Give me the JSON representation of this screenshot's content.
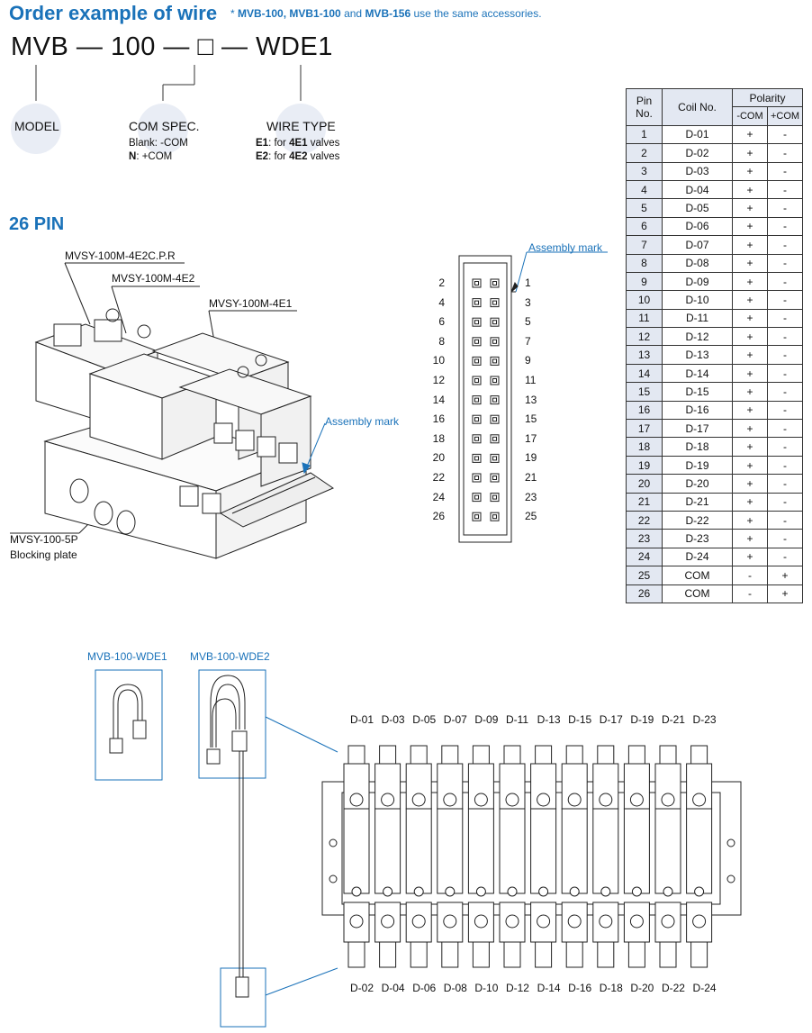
{
  "header": {
    "title": "Order example of wire",
    "note_prefix": "* ",
    "note_bold": "MVB-100, MVB1-100",
    "note_mid": " and ",
    "note_bold2": "MVB-156",
    "note_suffix": " use the same accessories."
  },
  "model_code": "MVB — 100 — □ — WDE1",
  "legend": {
    "model": "MODEL",
    "com_spec": "COM SPEC.",
    "com_blank": "Blank: -COM",
    "com_n_key": "N",
    "com_n_val": ": +COM",
    "wire_type": "WIRE TYPE",
    "e1_key": "E1",
    "e1_text": ": for ",
    "e1_valve": "4E1",
    "e1_suffix": " valves",
    "e2_key": "E2",
    "e2_text": ": for ",
    "e2_valve": "4E2",
    "e2_suffix": " valves"
  },
  "section_title": "26 PIN",
  "callouts": {
    "c1": "MVSY-100M-4E2C.P.R",
    "c2": "MVSY-100M-4E2",
    "c3": "MVSY-100M-4E1",
    "c4": "MVSY-100-5P",
    "c5": "Blocking plate",
    "assembly_mark_1": "Assembly mark",
    "assembly_mark_2": "Assembly mark"
  },
  "connector": {
    "left_pins": [
      "2",
      "4",
      "6",
      "8",
      "10",
      "12",
      "14",
      "16",
      "18",
      "20",
      "22",
      "24",
      "26"
    ],
    "right_pins": [
      "1",
      "3",
      "5",
      "7",
      "9",
      "11",
      "13",
      "15",
      "17",
      "19",
      "21",
      "23",
      "25"
    ]
  },
  "pin_table": {
    "head_pin": "Pin",
    "head_no": "No.",
    "head_coil": "Coil No.",
    "head_polarity": "Polarity",
    "head_neg": "-COM",
    "head_pos": "+COM",
    "rows": [
      {
        "pin": "1",
        "coil": "D-01",
        "neg": "+",
        "pos": "-"
      },
      {
        "pin": "2",
        "coil": "D-02",
        "neg": "+",
        "pos": "-"
      },
      {
        "pin": "3",
        "coil": "D-03",
        "neg": "+",
        "pos": "-"
      },
      {
        "pin": "4",
        "coil": "D-04",
        "neg": "+",
        "pos": "-"
      },
      {
        "pin": "5",
        "coil": "D-05",
        "neg": "+",
        "pos": "-"
      },
      {
        "pin": "6",
        "coil": "D-06",
        "neg": "+",
        "pos": "-"
      },
      {
        "pin": "7",
        "coil": "D-07",
        "neg": "+",
        "pos": "-"
      },
      {
        "pin": "8",
        "coil": "D-08",
        "neg": "+",
        "pos": "-"
      },
      {
        "pin": "9",
        "coil": "D-09",
        "neg": "+",
        "pos": "-"
      },
      {
        "pin": "10",
        "coil": "D-10",
        "neg": "+",
        "pos": "-"
      },
      {
        "pin": "11",
        "coil": "D-11",
        "neg": "+",
        "pos": "-"
      },
      {
        "pin": "12",
        "coil": "D-12",
        "neg": "+",
        "pos": "-"
      },
      {
        "pin": "13",
        "coil": "D-13",
        "neg": "+",
        "pos": "-"
      },
      {
        "pin": "14",
        "coil": "D-14",
        "neg": "+",
        "pos": "-"
      },
      {
        "pin": "15",
        "coil": "D-15",
        "neg": "+",
        "pos": "-"
      },
      {
        "pin": "16",
        "coil": "D-16",
        "neg": "+",
        "pos": "-"
      },
      {
        "pin": "17",
        "coil": "D-17",
        "neg": "+",
        "pos": "-"
      },
      {
        "pin": "18",
        "coil": "D-18",
        "neg": "+",
        "pos": "-"
      },
      {
        "pin": "19",
        "coil": "D-19",
        "neg": "+",
        "pos": "-"
      },
      {
        "pin": "20",
        "coil": "D-20",
        "neg": "+",
        "pos": "-"
      },
      {
        "pin": "21",
        "coil": "D-21",
        "neg": "+",
        "pos": "-"
      },
      {
        "pin": "22",
        "coil": "D-22",
        "neg": "+",
        "pos": "-"
      },
      {
        "pin": "23",
        "coil": "D-23",
        "neg": "+",
        "pos": "-"
      },
      {
        "pin": "24",
        "coil": "D-24",
        "neg": "+",
        "pos": "-"
      },
      {
        "pin": "25",
        "coil": "COM",
        "neg": "-",
        "pos": "+"
      },
      {
        "pin": "26",
        "coil": "COM",
        "neg": "-",
        "pos": "+"
      }
    ]
  },
  "wires": {
    "wde1": "MVB-100-WDE1",
    "wde2": "MVB-100-WDE2"
  },
  "coil_top": [
    "D-01",
    "D-03",
    "D-05",
    "D-07",
    "D-09",
    "D-11",
    "D-13",
    "D-15",
    "D-17",
    "D-19",
    "D-21",
    "D-23"
  ],
  "coil_bottom": [
    "D-02",
    "D-04",
    "D-06",
    "D-08",
    "D-10",
    "D-12",
    "D-14",
    "D-16",
    "D-18",
    "D-20",
    "D-22",
    "D-24"
  ],
  "colors": {
    "accent": "#1a72b9",
    "table_header": "#e3e8f2",
    "bubble": "#e9edf5"
  }
}
